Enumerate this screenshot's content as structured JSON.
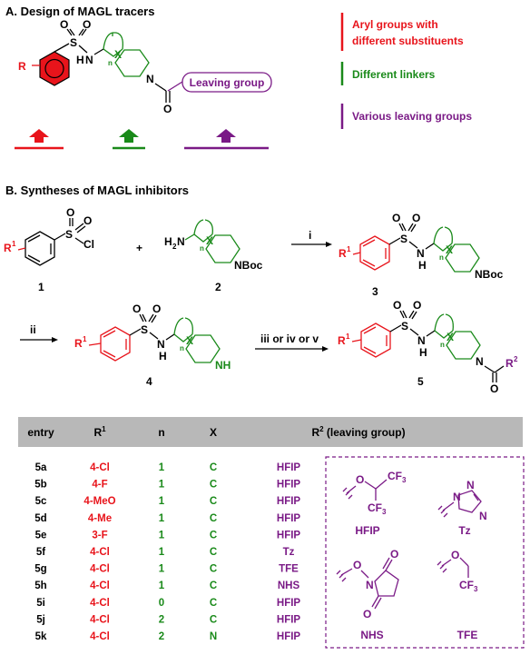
{
  "sectionA": {
    "title": "A. Design of MAGL tracers",
    "leaving_group_box": "Leaving group",
    "legend": [
      {
        "text": "Aryl groups with",
        "text2": "different substituents",
        "color": "#e8141b"
      },
      {
        "text": "Different linkers",
        "text2": "",
        "color": "#1a8a1a"
      },
      {
        "text": "Various leaving groups",
        "text2": "",
        "color": "#7a1a86"
      }
    ],
    "atoms": {
      "R": "R",
      "S": "S",
      "O": "O",
      "N": "N",
      "H": "H",
      "n": "n",
      "X": "X"
    }
  },
  "sectionB": {
    "title": "B. Syntheses of MAGL inhibitors",
    "compounds": [
      "1",
      "2",
      "3",
      "4",
      "5"
    ],
    "reagents": {
      "i": "i",
      "ii": "ii",
      "iii": "iii or iv or v"
    },
    "plus": "+",
    "atoms": {
      "R1": "R",
      "sup1": "1",
      "R2": "R",
      "sup2": "2",
      "Cl": "Cl",
      "H2N": "H",
      "H2sub": "2",
      "N": "N",
      "NBoc": "NBoc",
      "NH": "NH"
    }
  },
  "table": {
    "headers": {
      "entry": "entry",
      "R1": "R",
      "R1sup": "1",
      "n": "n",
      "X": "X",
      "R2": "R",
      "R2sup": "2",
      "R2rest": " (leaving group)"
    },
    "rows": [
      {
        "entry": "5a",
        "r1": "4-Cl",
        "n": "1",
        "x": "C",
        "lg": "HFIP"
      },
      {
        "entry": "5b",
        "r1": "4-F",
        "n": "1",
        "x": "C",
        "lg": "HFIP"
      },
      {
        "entry": "5c",
        "r1": "4-MeO",
        "n": "1",
        "x": "C",
        "lg": "HFIP"
      },
      {
        "entry": "5d",
        "r1": "4-Me",
        "n": "1",
        "x": "C",
        "lg": "HFIP"
      },
      {
        "entry": "5e",
        "r1": "3-F",
        "n": "1",
        "x": "C",
        "lg": "HFIP"
      },
      {
        "entry": "5f",
        "r1": "4-Cl",
        "n": "1",
        "x": "C",
        "lg": "Tz"
      },
      {
        "entry": "5g",
        "r1": "4-Cl",
        "n": "1",
        "x": "C",
        "lg": "TFE"
      },
      {
        "entry": "5h",
        "r1": "4-Cl",
        "n": "1",
        "x": "C",
        "lg": "NHS"
      },
      {
        "entry": "5i",
        "r1": "4-Cl",
        "n": "0",
        "x": "C",
        "lg": "HFIP"
      },
      {
        "entry": "5j",
        "r1": "4-Cl",
        "n": "2",
        "x": "C",
        "lg": "HFIP"
      },
      {
        "entry": "5k",
        "r1": "4-Cl",
        "n": "2",
        "x": "N",
        "lg": "HFIP"
      }
    ],
    "leaving_groups": {
      "HFIP": {
        "name": "HFIP",
        "O": "O",
        "CF3": "CF",
        "sub3": "3"
      },
      "Tz": {
        "name": "Tz",
        "N": "N"
      },
      "NHS": {
        "name": "NHS",
        "O": "O",
        "N": "N"
      },
      "TFE": {
        "name": "TFE",
        "O": "O",
        "CF3": "CF",
        "sub3": "3"
      }
    }
  },
  "colors": {
    "red": "#e8141b",
    "green": "#1a8a1a",
    "purple": "#7a1a86",
    "header_bg": "#b8b8b8"
  }
}
